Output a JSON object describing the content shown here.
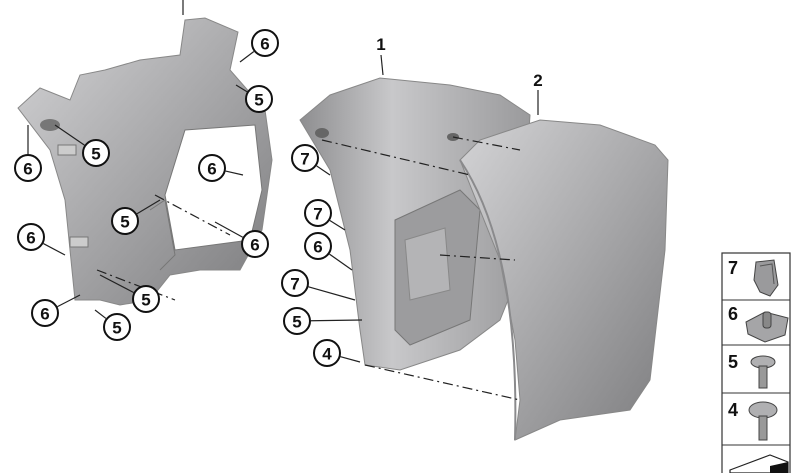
{
  "diagram": {
    "part_labels": [
      {
        "id": "1",
        "label": "1"
      },
      {
        "id": "2",
        "label": "2"
      }
    ],
    "callouts": [
      "6",
      "5",
      "5",
      "6",
      "6",
      "5",
      "6",
      "6",
      "5",
      "6",
      "5",
      "7",
      "7",
      "6",
      "7",
      "5",
      "4"
    ],
    "legend": [
      {
        "number": "7",
        "icon": "clip-nut-icon"
      },
      {
        "number": "6",
        "icon": "cage-nut-icon"
      },
      {
        "number": "5",
        "icon": "torx-screw-icon"
      },
      {
        "number": "4",
        "icon": "flange-screw-icon"
      },
      {
        "number": "",
        "icon": "shim-plate-icon"
      }
    ],
    "part_color": "#a9a9ab"
  }
}
